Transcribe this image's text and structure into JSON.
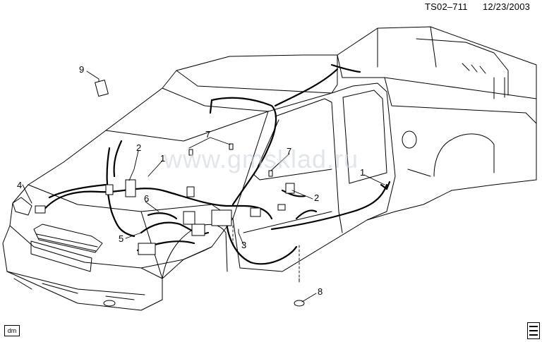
{
  "header": {
    "diagram_id": "TS02–711",
    "date": "12/23/2003"
  },
  "watermark": "www.gmsklad.ru",
  "corner_tag": "dm",
  "callouts": [
    {
      "label": "1"
    },
    {
      "label": "1"
    },
    {
      "label": "2"
    },
    {
      "label": "2"
    },
    {
      "label": "3"
    },
    {
      "label": "4"
    },
    {
      "label": "5"
    },
    {
      "label": "6"
    },
    {
      "label": "7"
    },
    {
      "label": "7"
    },
    {
      "label": "8"
    },
    {
      "label": "9"
    }
  ]
}
